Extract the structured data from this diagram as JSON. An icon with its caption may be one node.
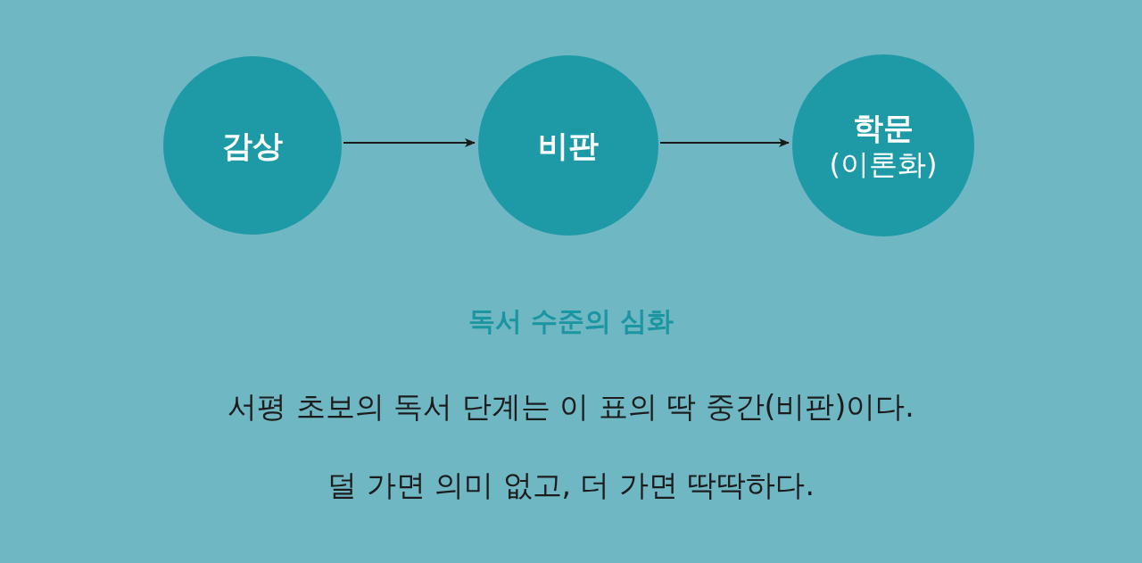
{
  "diagram": {
    "caption": "독서 수준의 심화",
    "nodes": [
      {
        "text": [
          "감상"
        ]
      },
      {
        "text": [
          "비판"
        ]
      },
      {
        "text": [
          "학문",
          "(이론화)"
        ]
      }
    ],
    "edges": [
      {
        "from": 0,
        "to": 1,
        "arrow": "to"
      },
      {
        "from": 1,
        "to": 2,
        "arrow": "to"
      }
    ],
    "labels": [
      "서평 초보의 독서 단계는 이 표의 딱 중간(비판)이다.",
      "덜 가면 의미 없고, 더 가면 딱딱하다."
    ]
  }
}
